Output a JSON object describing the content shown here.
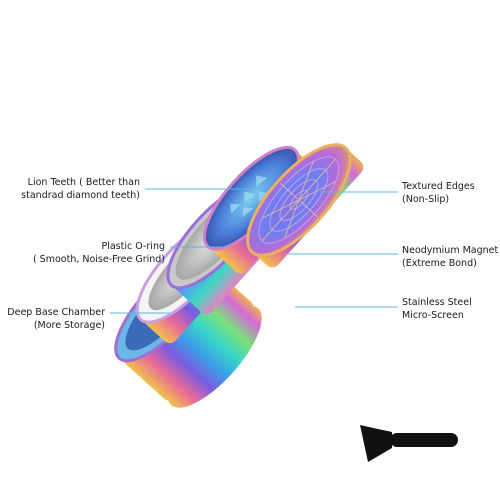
{
  "callouts": {
    "lion_teeth": {
      "line1": "Lion Teeth ( Better than",
      "line2": "standrad diamond  teeth)"
    },
    "plastic_oring": {
      "line1": "Plastic O-ring",
      "line2": "( Smooth, Noise-Free Grind)"
    },
    "deep_base": {
      "line1": "Deep Base Chamber",
      "line2": "(More Storage)"
    },
    "textured_edges": {
      "line1": "Textured Edges",
      "line2": "(Non-Slip)"
    },
    "magnet": {
      "line1": "Neodymium Magnet",
      "line2": "(Extreme Bond)"
    },
    "screen": {
      "line1": "Stainless Steel",
      "line2": "Micro-Screen"
    }
  },
  "colors": {
    "callout_line": "#5bb8e0",
    "scraper": "#111111",
    "text": "#1a1a1a"
  }
}
